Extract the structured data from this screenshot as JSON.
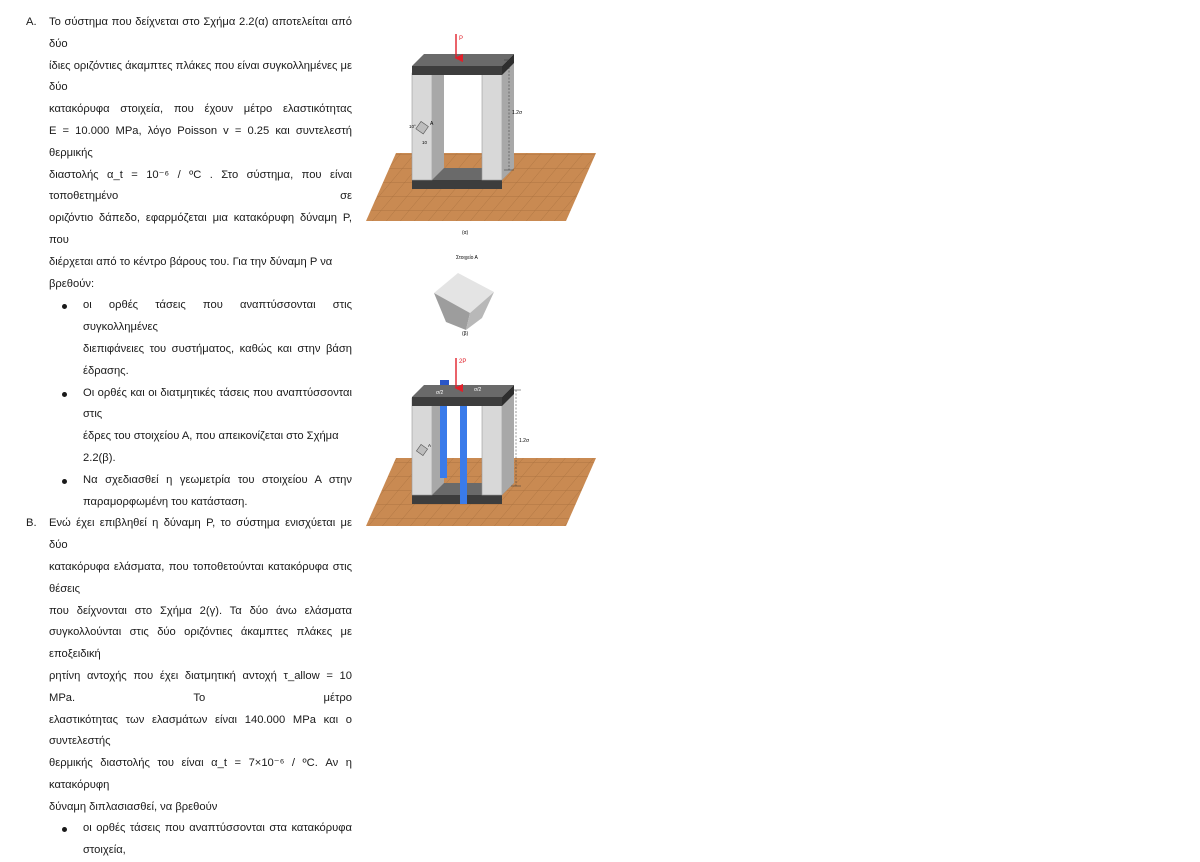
{
  "partA": {
    "marker": "Α.",
    "lines": [
      "Το σύστημα που δείχνεται στο Σχήμα 2.2(α) αποτελείται από δύο",
      "ίδιες οριζόντιες άκαμπτες πλάκες που είναι συγκολλημένες με δύο",
      "κατακόρυφα στοιχεία, που έχουν μέτρο ελαστικότητας",
      "E = 10.000 MPa, λόγο Poisson  v = 0.25 και συντελεστή θερμικής",
      "διαστολής α_t = 10⁻⁶ / ºC . Στο σύστημα, που είναι τοποθετημένο σε",
      "οριζόντιο δάπεδο, εφαρμόζεται μια κατακόρυφη δύναμη P, που",
      "διέρχεται από το κέντρο βάρους του. Για την δύναμη P να βρεθούν:"
    ],
    "bullets": [
      {
        "lines": [
          "οι ορθές τάσεις που αναπτύσσονται στις συγκολλημένες",
          "διεπιφάνειες του συστήματος, καθώς και στην βάση",
          "έδρασης."
        ]
      },
      {
        "lines": [
          "Οι ορθές και οι διατμητικές τάσεις που αναπτύσσονται στις",
          "έδρες του στοιχείου Α, που απεικονίζεται στο Σχήμα 2.2(β)."
        ]
      },
      {
        "lines": [
          "Να σχεδιασθεί η γεωμετρία του στοιχείου Α στην",
          "παραμορφωμένη του κατάσταση."
        ]
      }
    ]
  },
  "partB": {
    "marker": "Β.",
    "lines": [
      "Ενώ έχει επιβληθεί η δύναμη P, το σύστημα ενισχύεται με δύο",
      "κατακόρυφα ελάσματα, που τοποθετούνται κατακόρυφα στις θέσεις",
      "που δείχνονται στο Σχήμα 2(γ). Τα δύο άνω ελάσματα",
      "συγκολλούνται στις δύο οριζόντιες άκαμπτες πλάκες με εποξειδική",
      "ρητίνη αντοχής που έχει διατμητική αντοχή τ_allow = 10 MPa. Το μέτρο",
      "ελαστικότητας των ελασμάτων είναι 140.000 MPa και ο συντελεστής",
      "θερμικής διαστολής του είναι α_t = 7×10⁻⁶ / ºC. Αν η κατακόρυφη",
      "δύναμη διπλασιασθεί, να βρεθούν"
    ],
    "bullets": [
      {
        "lines": [
          "οι ορθές τάσεις που αναπτύσσονται στα κατακόρυφα",
          "στοιχεία,"
        ]
      }
    ]
  },
  "figures": {
    "a": {
      "load": "P",
      "height": "1.2σ",
      "caption": "(α)",
      "element_label": "A",
      "angle": "10°",
      "dim": "10"
    },
    "b": {
      "title": "Στοιχείο Α",
      "caption": "(β)"
    },
    "c": {
      "load": "2P",
      "height": "1.2σ",
      "top_left": "σ/2",
      "top_right": "σ/2",
      "element_label": "A"
    }
  },
  "colors": {
    "load_arrow": "#e0202a",
    "plates": "#4a4a4a",
    "columns": "#d6d6d6",
    "floor": "#c98a52",
    "strips": "#3a7bea"
  }
}
